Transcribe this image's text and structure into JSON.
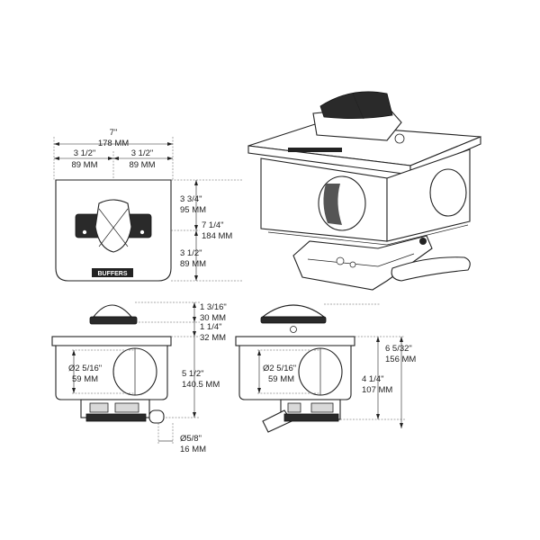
{
  "top_view": {
    "overall_width_in": "7\"",
    "overall_width_mm": "178 MM",
    "left_half_in": "3 1/2\"",
    "left_half_mm": "89 MM",
    "right_half_in": "3 1/2\"",
    "right_half_mm": "89 MM",
    "upper_height_in": "3 3/4\"",
    "upper_height_mm": "95 MM",
    "overall_height_in": "7 1/4\"",
    "overall_height_mm": "184 MM",
    "lower_height_in": "3 1/2\"",
    "lower_height_mm": "89 MM",
    "brand_label": "BUFFERS"
  },
  "front_view": {
    "handle_height_in": "1 3/16\"",
    "handle_height_mm": "30 MM",
    "flange_in": "1 1/4\"",
    "flange_mm": "32 MM",
    "hole_dia_in": "Ø2 5/16\"",
    "hole_dia_mm": "59 MM",
    "body_height_in": "5 1/2\"",
    "body_height_mm": "140.5 MM",
    "pin_dia_in": "Ø5/8\"",
    "pin_dia_mm": "16 MM"
  },
  "side_view": {
    "hole_dia_in": "Ø2 5/16\"",
    "hole_dia_mm": "59 MM",
    "total_height_in": "6 5/32\"",
    "total_height_mm": "156 MM",
    "body_height_in": "4 1/4\"",
    "body_height_mm": "107 MM"
  }
}
